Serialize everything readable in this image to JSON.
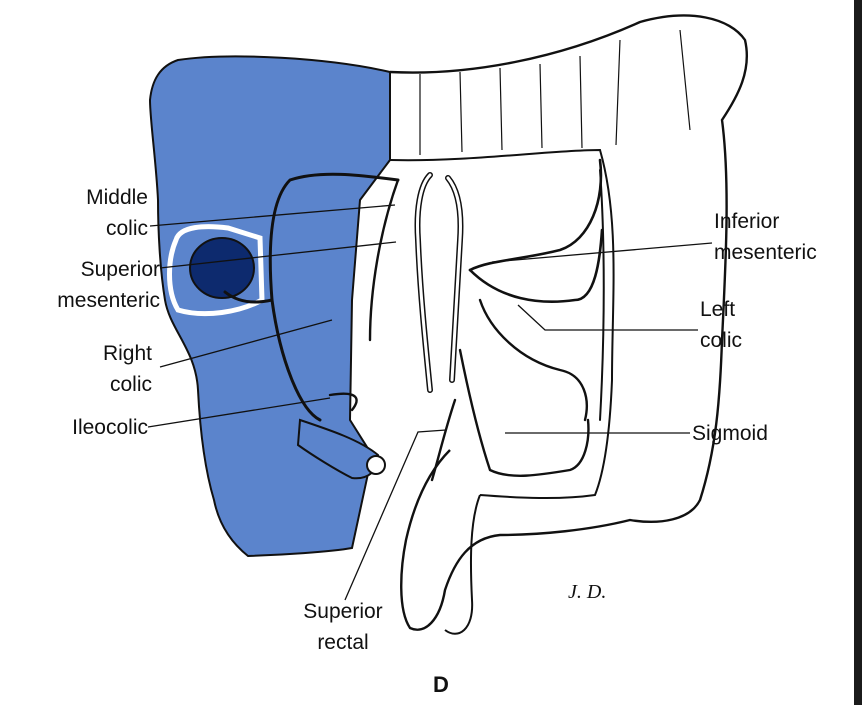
{
  "figure": {
    "panel_letter": "D",
    "artist_initials": "J. D.",
    "highlight_color": "#5b84cc",
    "line_color": "#111111",
    "labels": {
      "middle_colic": [
        "Middle",
        "colic"
      ],
      "superior_mesenteric": [
        "Superior",
        "mesenteric"
      ],
      "right_colic": [
        "Right",
        "colic"
      ],
      "ileocolic": [
        "Ileocolic"
      ],
      "inferior_mesenteric": [
        "Inferior",
        "mesenteric"
      ],
      "left_colic": [
        "Left",
        "colic"
      ],
      "sigmoid": [
        "Sigmoid"
      ],
      "superior_rectal": [
        "Superior",
        "rectal"
      ]
    }
  }
}
